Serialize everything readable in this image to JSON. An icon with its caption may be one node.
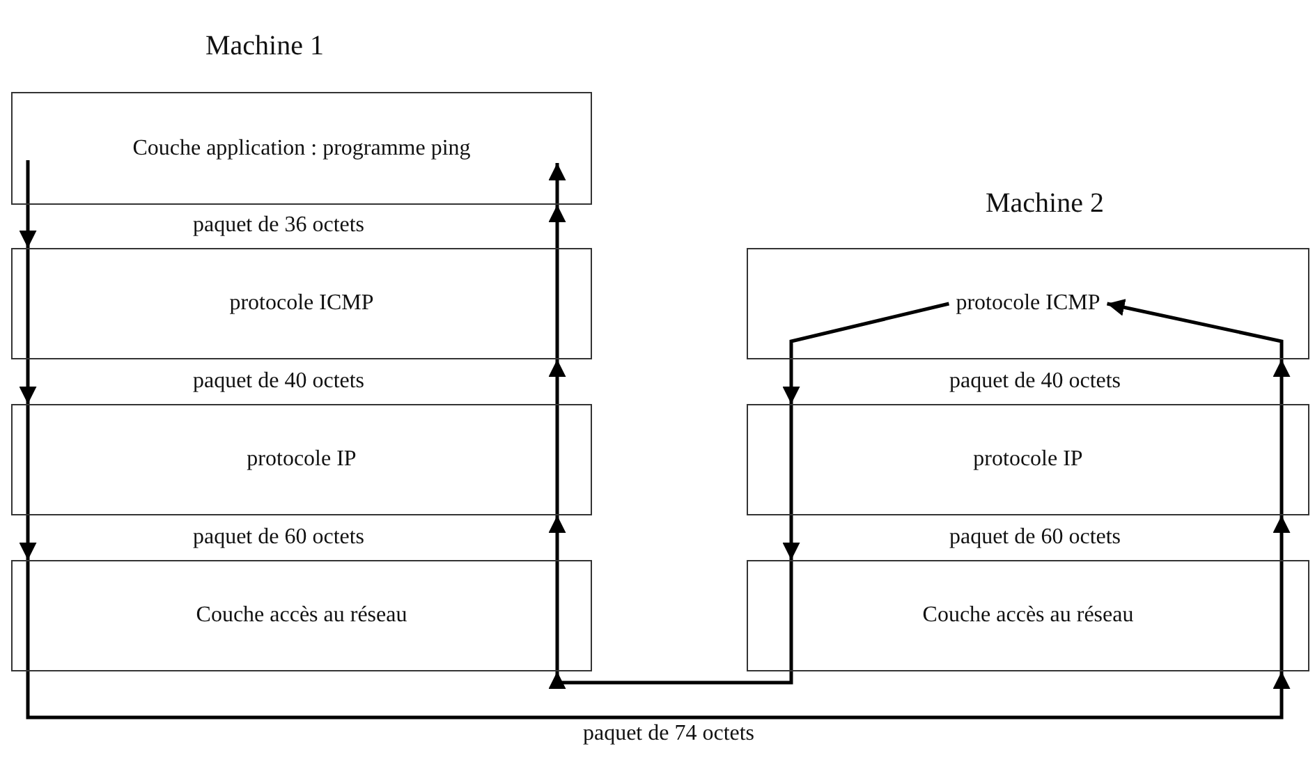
{
  "diagram": {
    "nodes": [
      {
        "text": [
          "Couche application : programme ping"
        ]
      },
      {
        "text": [
          "protocole ICMP"
        ]
      },
      {
        "text": [
          "protocole IP"
        ]
      },
      {
        "text": [
          "Couche accès au réseau"
        ]
      },
      {
        "text": [
          "protocole ICMP"
        ]
      },
      {
        "text": [
          "protocole IP"
        ]
      },
      {
        "text": [
          "Couche accès au réseau"
        ]
      }
    ],
    "edges": [
      {
        "from": 0,
        "to": 1,
        "arrow": "to"
      },
      {
        "from": 1,
        "to": 2,
        "arrow": "to"
      },
      {
        "from": 2,
        "to": 3,
        "arrow": "to"
      },
      {
        "from": 3,
        "to": 6,
        "arrow": "to"
      },
      {
        "from": 6,
        "to": 5,
        "arrow": "to"
      },
      {
        "from": 5,
        "to": 4,
        "arrow": "to"
      },
      {
        "from": 4,
        "to": 5,
        "arrow": "to"
      },
      {
        "from": 5,
        "to": 6,
        "arrow": "to"
      },
      {
        "from": 6,
        "to": 3,
        "arrow": "to"
      },
      {
        "from": 3,
        "to": 2,
        "arrow": "to"
      },
      {
        "from": 2,
        "to": 1,
        "arrow": "to"
      },
      {
        "from": 1,
        "to": 0,
        "arrow": "to"
      }
    ],
    "labels": [
      "Machine 1",
      "Machine 2",
      "paquet de 36 octets",
      "paquet de 40 octets",
      "paquet de 40 octets",
      "paquet de 60 octets",
      "paquet de 60 octets",
      "paquet de 74 octets"
    ]
  }
}
